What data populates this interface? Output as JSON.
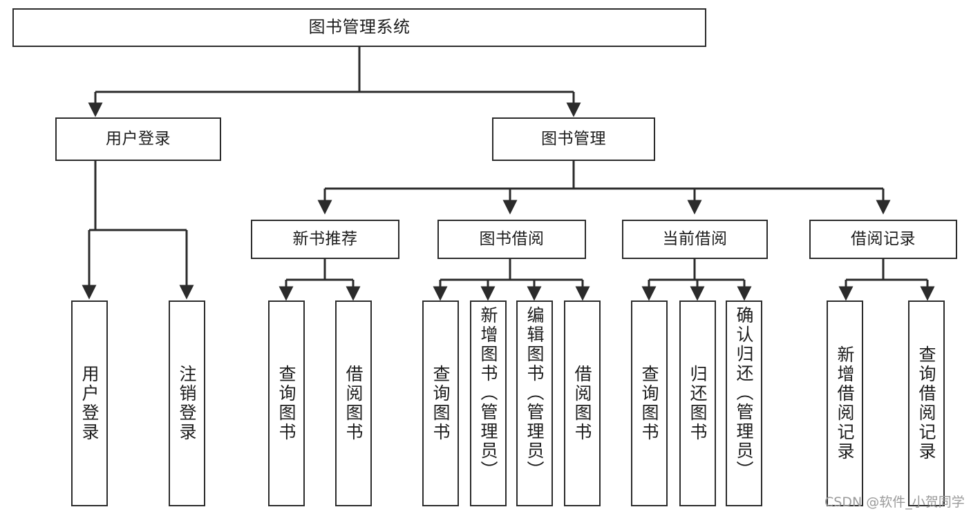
{
  "diagram": {
    "title": "图书管理系统",
    "type": "tree",
    "watermark": "CSDN @软件_小贺同学",
    "colors": {
      "box_border": "#2b2b2b",
      "box_fill": "#ffffff",
      "edge": "#2b2b2b",
      "text": "#1c1c1c",
      "watermark": "#9a9a9a"
    },
    "nodes": {
      "root": {
        "label": "图书管理系统"
      },
      "level2": [
        {
          "id": "user-login",
          "label": "用户登录"
        },
        {
          "id": "book-manage",
          "label": "图书管理"
        }
      ],
      "level3": [
        {
          "id": "new-book-recommend",
          "label": "新书推荐"
        },
        {
          "id": "book-borrow",
          "label": "图书借阅"
        },
        {
          "id": "current-borrow",
          "label": "当前借阅"
        },
        {
          "id": "borrow-record",
          "label": "借阅记录"
        }
      ],
      "leaves": {
        "user-login": [
          {
            "id": "leaf-user-login",
            "label": "用户登录"
          },
          {
            "id": "leaf-logout-login",
            "label": "注销登录"
          }
        ],
        "new-book-recommend": [
          {
            "id": "leaf-query-book-1",
            "label": "查询图书"
          },
          {
            "id": "leaf-borrow-book-1",
            "label": "借阅图书"
          }
        ],
        "book-borrow": [
          {
            "id": "leaf-query-book-2",
            "label": "查询图书"
          },
          {
            "id": "leaf-add-book",
            "label": "新增图书（管理员）"
          },
          {
            "id": "leaf-edit-book",
            "label": "编辑图书（管理员）"
          },
          {
            "id": "leaf-borrow-book-2",
            "label": "借阅图书"
          }
        ],
        "current-borrow": [
          {
            "id": "leaf-query-book-3",
            "label": "查询图书"
          },
          {
            "id": "leaf-return-book",
            "label": "归还图书"
          },
          {
            "id": "leaf-confirm-return",
            "label": "确认归还（管理员）"
          }
        ],
        "borrow-record": [
          {
            "id": "leaf-add-record",
            "label": "新增借阅记录"
          },
          {
            "id": "leaf-query-record",
            "label": "查询借阅记录"
          }
        ]
      }
    }
  }
}
